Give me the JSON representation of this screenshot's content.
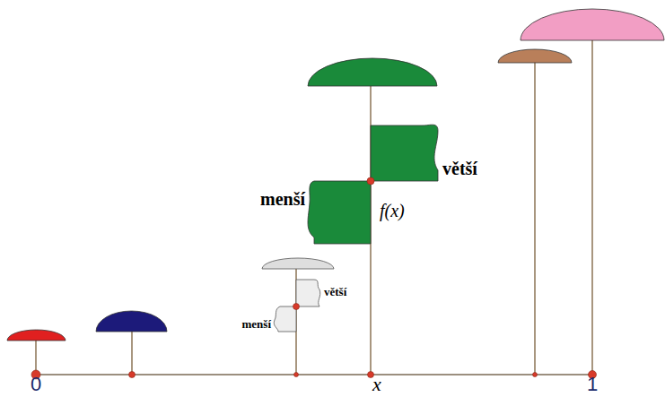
{
  "diagram": {
    "labels": [
      "větší",
      "menší",
      "f(x)",
      "větší",
      "menší",
      "0",
      "x",
      "1"
    ]
  }
}
